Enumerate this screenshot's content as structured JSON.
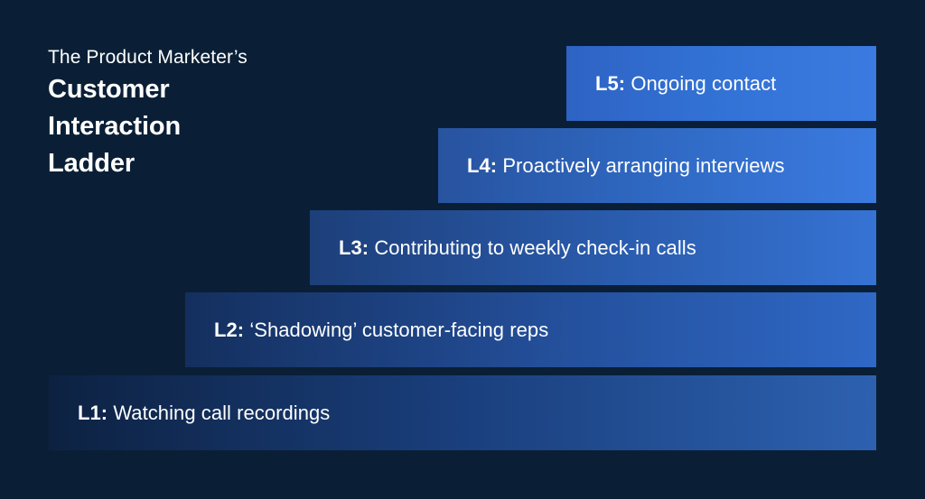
{
  "background_color": "#0a1f36",
  "title": {
    "eyebrow": "The Product Marketer’s",
    "line1": "Customer",
    "line2": "Interaction",
    "line3": "Ladder"
  },
  "ladder": {
    "rungs": [
      {
        "id": "L5",
        "level_label": "L5:",
        "text": "Ongoing contact",
        "color_left": "#2e63c4",
        "color_right": "#3b7ae0"
      },
      {
        "id": "L4",
        "level_label": "L4:",
        "text": "Proactively arranging interviews",
        "color_left": "#28539f",
        "color_right": "#3b7ae0"
      },
      {
        "id": "L3",
        "level_label": "L3:",
        "text": "Contributing to weekly check-in calls",
        "color_left": "#1d3f79",
        "color_right": "#3673d4"
      },
      {
        "id": "L2",
        "level_label": "L2:",
        "text": "‘Shadowing’ customer-facing reps",
        "color_left": "#142f5e",
        "color_right": "#2f68c6"
      },
      {
        "id": "L1",
        "level_label": "L1:",
        "text": "Watching call recordings",
        "color_left": "#0d2242",
        "color_right": "#2d61b0"
      }
    ]
  }
}
